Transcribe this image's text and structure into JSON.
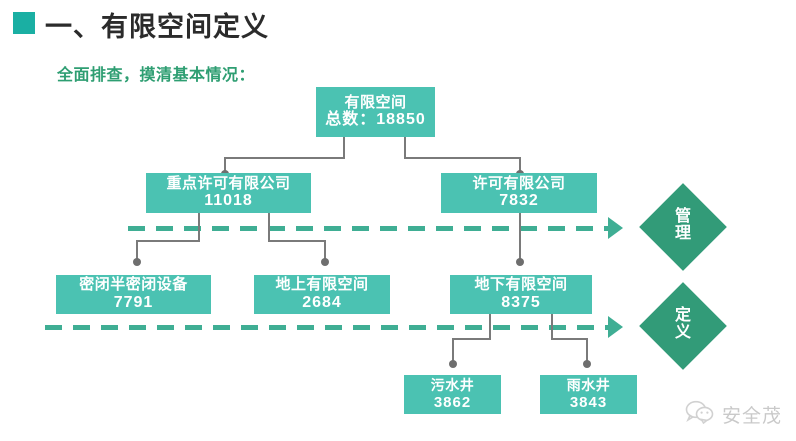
{
  "header": {
    "bullet_color": "#1AAFA3",
    "title": "一、有限空间定义",
    "subtitle": "全面排查，摸清基本情况："
  },
  "theme": {
    "box_color": "#4BC2B2",
    "diamond_color": "#329B78",
    "dash_color": "#3FAE94",
    "connector_color": "#7a7a7a",
    "subtitle_color": "#2E9E72"
  },
  "chart_data": {
    "type": "diagram",
    "title": "一、有限空间定义",
    "subtitle": "全面排查，摸清基本情况：",
    "nodes": [
      {
        "id": "root",
        "label": "有限空间",
        "value": "总数：18850",
        "level": 0
      },
      {
        "id": "key_lic",
        "label": "重点许可有限公司",
        "value": "11018",
        "level": 1
      },
      {
        "id": "lic",
        "label": "许可有限公司",
        "value": "7832",
        "level": 1
      },
      {
        "id": "sealed",
        "label": "密闭半密闭设备",
        "value": "7791",
        "level": 2
      },
      {
        "id": "above",
        "label": "地上有限空间",
        "value": "2684",
        "level": 2
      },
      {
        "id": "below",
        "label": "地下有限空间",
        "value": "8375",
        "level": 2
      },
      {
        "id": "sewage",
        "label": "污水井",
        "value": "3862",
        "level": 3
      },
      {
        "id": "rainwell",
        "label": "雨水井",
        "value": "3843",
        "level": 3
      }
    ],
    "edges": [
      {
        "from": "root",
        "to": "key_lic"
      },
      {
        "from": "root",
        "to": "lic"
      },
      {
        "from": "key_lic",
        "to": "sealed"
      },
      {
        "from": "key_lic",
        "to": "above"
      },
      {
        "from": "lic",
        "to": "below"
      },
      {
        "from": "below",
        "to": "sewage"
      },
      {
        "from": "below",
        "to": "rainwell"
      }
    ],
    "diamonds": [
      {
        "id": "manage",
        "lines": [
          "管",
          "理"
        ],
        "text": "管理"
      },
      {
        "id": "define",
        "lines": [
          "定",
          "义"
        ],
        "text": "定义"
      }
    ]
  },
  "nodes": {
    "root": {
      "label": "有限空间",
      "value": "总数：18850"
    },
    "key_lic": {
      "label": "重点许可有限公司",
      "value": "11018"
    },
    "lic": {
      "label": "许可有限公司",
      "value": "7832"
    },
    "sealed": {
      "label": "密闭半密闭设备",
      "value": "7791"
    },
    "above": {
      "label": "地上有限空间",
      "value": "2684"
    },
    "below": {
      "label": "地下有限空间",
      "value": "8375"
    },
    "sewage": {
      "label": "污水井",
      "value": "3862"
    },
    "rainwell": {
      "label": "雨水井",
      "value": "3843"
    }
  },
  "diamonds": {
    "manage": {
      "line1": "管",
      "line2": "理"
    },
    "define": {
      "line1": "定",
      "line2": "义"
    }
  },
  "watermark": {
    "text": "安全茂",
    "icon": "wechat-icon"
  }
}
